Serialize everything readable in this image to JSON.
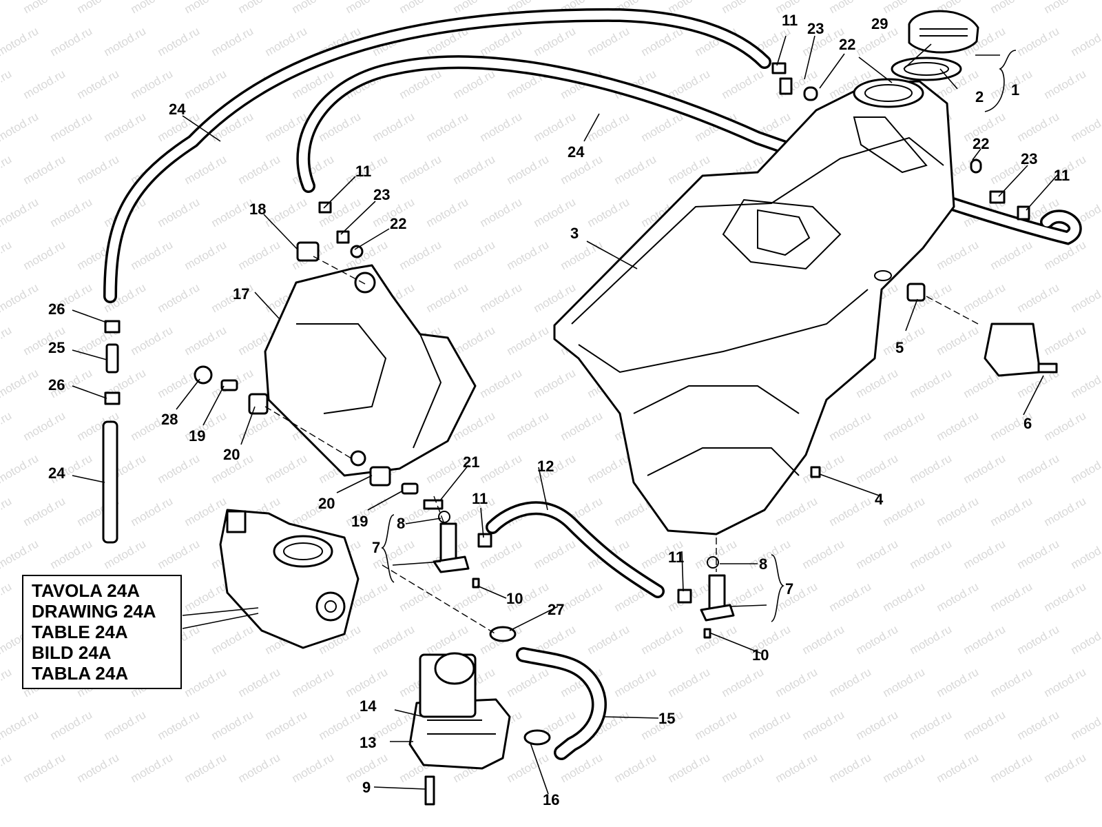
{
  "watermark": "motod.ru",
  "legend": {
    "lines": [
      "TAVOLA 24A",
      "DRAWING 24A",
      "TABLE 24A",
      "BILD 24A",
      "TABLA 24A"
    ]
  },
  "labels": {
    "p1": "1",
    "p2": "2",
    "p3": "3",
    "p4": "4",
    "p5": "5",
    "p6": "6",
    "p7a": "7",
    "p7b": "7",
    "p8a": "8",
    "p8b": "8",
    "p9": "9",
    "p10a": "10",
    "p10b": "10",
    "p11a": "11",
    "p11b": "11",
    "p11c": "11",
    "p11d": "11",
    "p11e": "11",
    "p12": "12",
    "p13": "13",
    "p14": "14",
    "p15": "15",
    "p16": "16",
    "p17": "17",
    "p18": "18",
    "p19a": "19",
    "p19b": "19",
    "p20a": "20",
    "p20b": "20",
    "p21": "21",
    "p22a": "22",
    "p22b": "22",
    "p22c": "22",
    "p23a": "23",
    "p23b": "23",
    "p23c": "23",
    "p24a": "24",
    "p24b": "24",
    "p24c": "24",
    "p25": "25",
    "p26a": "26",
    "p26b": "26",
    "p27": "27",
    "p28": "28",
    "p29": "29"
  }
}
